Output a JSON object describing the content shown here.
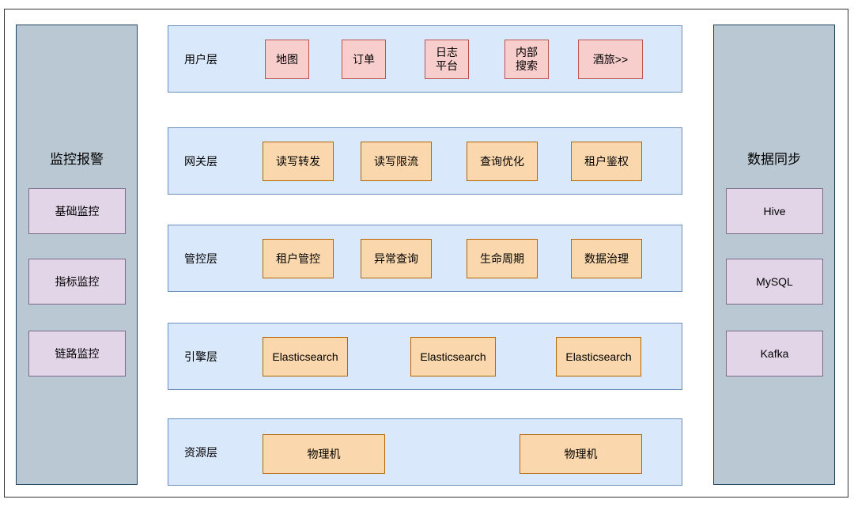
{
  "left_panel": {
    "title": "监控报警",
    "items": [
      "基础监控",
      "指标监控",
      "链路监控"
    ]
  },
  "right_panel": {
    "title": "数据同步",
    "items": [
      "Hive",
      "MySQL",
      "Kafka"
    ]
  },
  "layers": [
    {
      "label": "用户层",
      "items": [
        "地图",
        "订单",
        "日志\n平台",
        "内部\n搜索",
        "酒旅>>"
      ]
    },
    {
      "label": "网关层",
      "items": [
        "读写转发",
        "读写限流",
        "查询优化",
        "租户鉴权"
      ]
    },
    {
      "label": "管控层",
      "items": [
        "租户管控",
        "异常查询",
        "生命周期",
        "数据治理"
      ]
    },
    {
      "label": "引擎层",
      "items": [
        "Elasticsearch",
        "Elasticsearch",
        "Elasticsearch"
      ]
    },
    {
      "label": "资源层",
      "items": [
        "物理机",
        "物理机"
      ]
    }
  ],
  "colors": {
    "side_fill": "#bac8d3",
    "side_item_fill": "#e1d5e7",
    "layer_fill": "#dae8fc",
    "user_item_fill": "#f8cecc",
    "service_item_fill": "#fad7ac"
  }
}
